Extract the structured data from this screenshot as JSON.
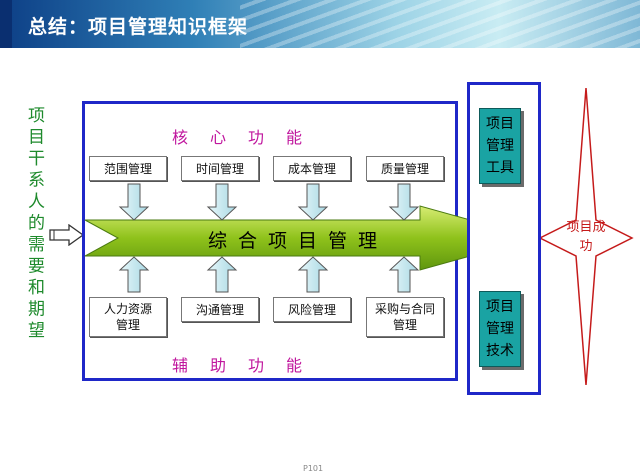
{
  "header": {
    "title": "总结：项目管理知识框架"
  },
  "left_label": "项目干系人的需要和期望",
  "core": {
    "label": "核心功能",
    "top_processes": [
      "范围管理",
      "时间管理",
      "成本管理",
      "质量管理"
    ]
  },
  "support": {
    "label": "辅助功能",
    "bottom_processes": [
      "人力资源管理",
      "沟通管理",
      "风险管理",
      "采购与合同管理"
    ]
  },
  "integration_label": "综合项目管理",
  "tools": {
    "tools_label": "项目管理工具",
    "techniques_label": "项目管理技术"
  },
  "success_label": "项目成功",
  "page_number": "P101",
  "colors": {
    "frame_blue": "#1f28c8",
    "magenta": "#c0179e",
    "green_text": "#1e8a2c",
    "teal": "#1aa3a3",
    "red": "#c51b1b",
    "arrow_green": "#8fc21b",
    "small_arrow": "#c7eaf0"
  },
  "icons": [
    "down-arrow-icon",
    "up-arrow-icon",
    "right-arrow-icon",
    "star-icon"
  ]
}
